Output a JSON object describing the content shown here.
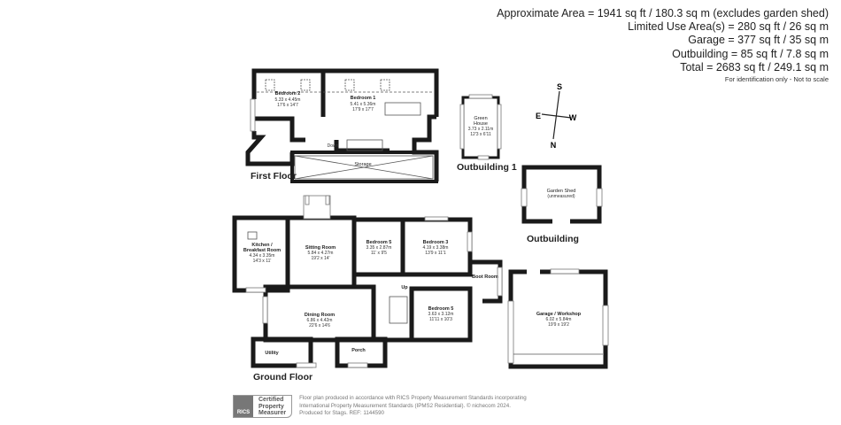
{
  "areas": {
    "approximate": "Approximate Area = 1941 sq ft / 180.3 sq m (excludes garden shed)",
    "limited_use": "Limited Use Area(s) = 280 sq ft / 26 sq m",
    "garage": "Garage = 377 sq ft / 35 sq m",
    "outbuilding": "Outbuilding = 85 sq ft / 7.8 sq m",
    "total": "Total = 2683 sq ft / 249.1 sq m",
    "note": "For identification only - Not to scale"
  },
  "first_floor": {
    "label": "First Floor",
    "bedroom2": {
      "name": "Bedroom 2",
      "metric": "5.33 x 4.45m",
      "imperial": "17'6 x 14'7"
    },
    "bedroom1": {
      "name": "Bedroom 1",
      "metric": "5.41 x 5.36m",
      "imperial": "17'9 x 17'7"
    },
    "down": "Down",
    "storage": "Storage"
  },
  "outbuilding1": {
    "label": "Outbuilding 1",
    "greenhouse": {
      "name1": "Green",
      "name2": "House",
      "metric": "3.73 x 2.11m",
      "imperial": "12'3 x 6'11"
    }
  },
  "outbuilding": {
    "label": "Outbuilding",
    "shed": {
      "name": "Garden Shed",
      "note": "(unmeasured)"
    }
  },
  "compass": {
    "n": "N",
    "s": "S",
    "e": "E",
    "w": "W"
  },
  "ground_floor": {
    "label": "Ground Floor",
    "kitchen": {
      "name1": "Kitchen /",
      "name2": "Breakfast Room",
      "metric": "4.34 x 3.35m",
      "imperial": "14'3 x 11'"
    },
    "sitting": {
      "name": "Sitting Room",
      "metric": "5.84 x 4.27m",
      "imperial": "19'2 x 14'"
    },
    "bedroom5a": {
      "name": "Bedroom 5",
      "metric": "3.35 x 2.87m",
      "imperial": "11' x 9'5"
    },
    "bedroom3": {
      "name": "Bedroom 3",
      "metric": "4.19 x 3.38m",
      "imperial": "13'9 x 11'1"
    },
    "boot_room": "Boot Room",
    "dining": {
      "name": "Dining Room",
      "metric": "6.86 x 4.42m",
      "imperial": "22'6 x 14'6"
    },
    "bedroom5b": {
      "name": "Bedroom 5",
      "metric": "3.63 x 3.12m",
      "imperial": "11'11 x 10'3"
    },
    "up": "Up",
    "utility": "Utility",
    "porch": "Porch",
    "garage": {
      "name": "Garage / Workshop",
      "metric": "6.02 x 5.84m",
      "imperial": "19'9 x 19'2"
    }
  },
  "footer": {
    "rics_logo": "RICS",
    "cert1": "Certified",
    "cert2": "Property",
    "cert3": "Measurer",
    "line1": "Floor plan produced in accordance with RICS Property Measurement Standards incorporating",
    "line2": "International Property Measurement Standards (IPMS2 Residential).  © nichecom 2024.",
    "line3": "Produced for Stags.   REF:  1144590"
  }
}
